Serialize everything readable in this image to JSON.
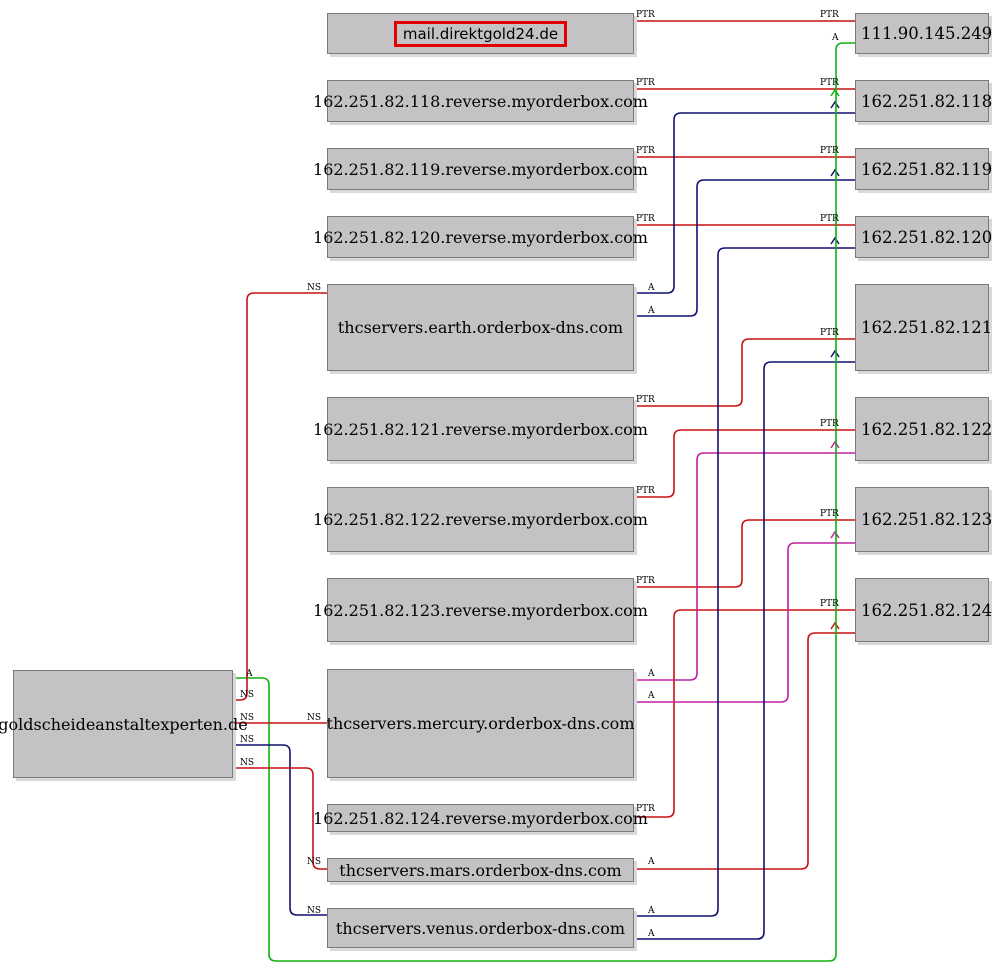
{
  "colors": {
    "ptr": "#c81010",
    "ns": "#c81010",
    "a_blue": "#101070",
    "a_magenta": "#c020a0",
    "a_green": "#10b010",
    "node_fill": "#c5c2c5",
    "highlight": "#e00000"
  },
  "nodes": {
    "mail": "mail.direktgold24.de",
    "r118": "162.251.82.118.reverse.myorderbox.com",
    "r119": "162.251.82.119.reverse.myorderbox.com",
    "r120": "162.251.82.120.reverse.myorderbox.com",
    "earth": "thcservers.earth.orderbox-dns.com",
    "r121": "162.251.82.121.reverse.myorderbox.com",
    "r122": "162.251.82.122.reverse.myorderbox.com",
    "r123": "162.251.82.123.reverse.myorderbox.com",
    "mercury": "thcservers.mercury.orderbox-dns.com",
    "r124": "162.251.82.124.reverse.myorderbox.com",
    "mars": "thcservers.mars.orderbox-dns.com",
    "venus": "thcservers.venus.orderbox-dns.com",
    "domain": "goldscheideanstaltexperten.de",
    "ip249": "111.90.145.249",
    "ip118": "162.251.82.118",
    "ip119": "162.251.82.119",
    "ip120": "162.251.82.120",
    "ip121": "162.251.82.121",
    "ip122": "162.251.82.122",
    "ip123": "162.251.82.123",
    "ip124": "162.251.82.124"
  },
  "edge_labels": {
    "ptr": "PTR",
    "a": "A",
    "ns": "NS"
  }
}
